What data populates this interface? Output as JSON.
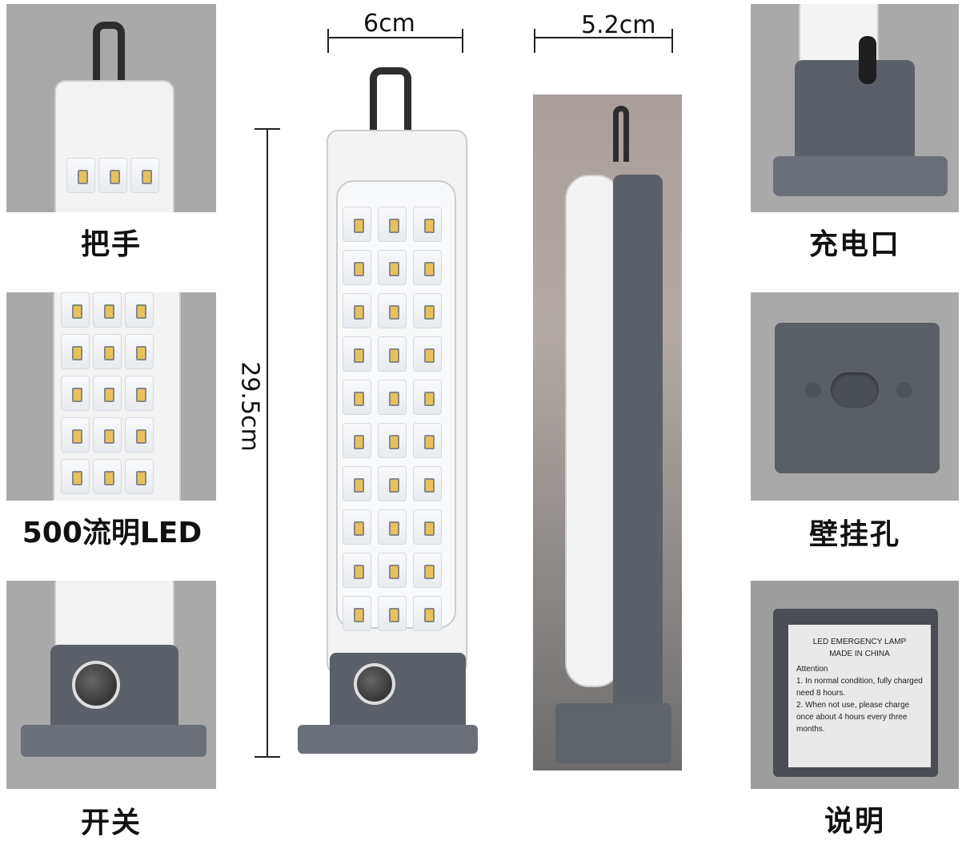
{
  "labels": {
    "handle": "把手",
    "lumens": "500流明LED",
    "switch": "开关",
    "charge_port": "充电口",
    "wall_hole": "壁挂孔",
    "instructions": "说明"
  },
  "dimensions": {
    "width": "6cm",
    "depth": "5.2cm",
    "height": "29.5cm"
  },
  "nameplate": {
    "title": "LED EMERGENCY LAMP",
    "origin": "MADE IN CHINA",
    "heading": "Attention",
    "item1": "1. In normal condition, fully charged need 8 hours.",
    "item2": "2. When not use, please charge once about 4 hours every three months."
  }
}
